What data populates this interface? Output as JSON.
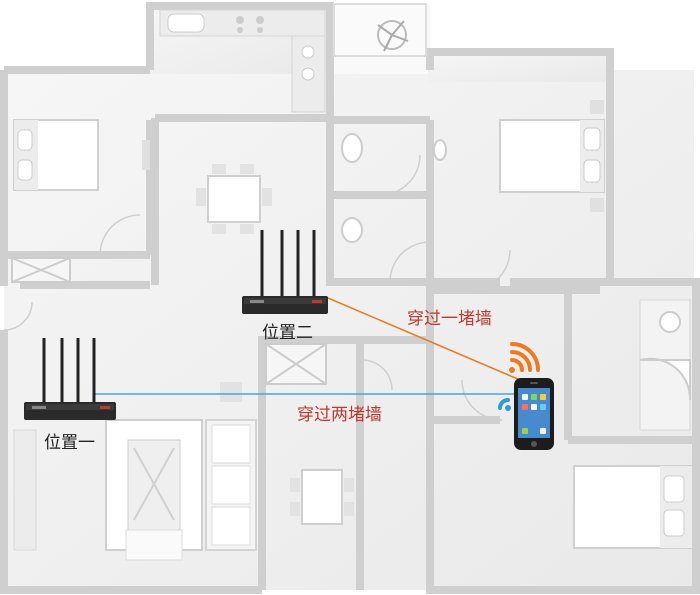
{
  "labels": {
    "position_one": "位置一",
    "position_two": "位置二",
    "through_one_wall": "穿过一堵墙",
    "through_two_walls": "穿过两堵墙"
  },
  "colors": {
    "signal_one_wall": "#e67e22",
    "signal_two_walls": "#4aa3df",
    "wifi_strong": "#f0781e",
    "wifi_weak": "#2e9bd6",
    "wall": "#cfcfcf",
    "floor": "#f1f1f1"
  },
  "icons": [
    "router-icon",
    "wifi-strong-icon",
    "wifi-weak-icon",
    "smartphone-icon"
  ]
}
